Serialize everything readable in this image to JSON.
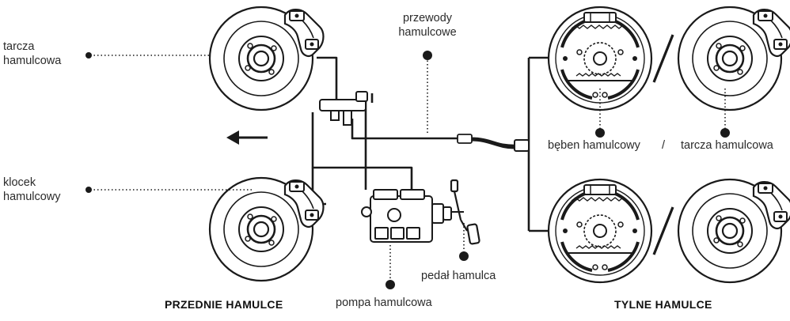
{
  "labels": {
    "disc_front": "tarcza\nhamulcowa",
    "brake_lines": "przewody\nhamulcowe",
    "brake_pad": "klocek\nhamulcowy",
    "master_cylinder": "pompa hamulcowa",
    "pedal": "pedał hamulca",
    "drum": "bęben hamulcowy",
    "slash": "/",
    "disc_rear": "tarcza hamulcowa",
    "front_brakes": "PRZEDNIE HAMULCE",
    "rear_brakes": "TYLNE HAMULCE"
  },
  "colors": {
    "ink": "#1a1a1a",
    "text": "#2b2b2b",
    "background": "#ffffff"
  }
}
